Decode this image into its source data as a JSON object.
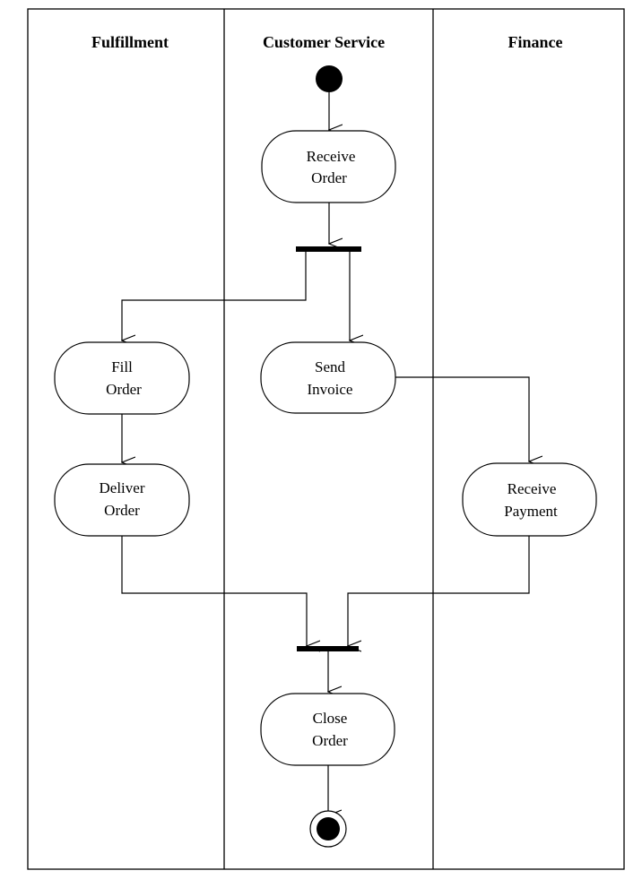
{
  "lanes": [
    {
      "title": "Fulfillment"
    },
    {
      "title": "Customer Service"
    },
    {
      "title": "Finance"
    }
  ],
  "activities": {
    "receive_order": [
      "Receive",
      "Order"
    ],
    "fill_order": [
      "Fill",
      "Order"
    ],
    "send_invoice": [
      "Send",
      "Invoice"
    ],
    "deliver_order": [
      "Deliver",
      "Order"
    ],
    "receive_payment": [
      "Receive",
      "Payment"
    ],
    "close_order": [
      "Close",
      "Order"
    ]
  }
}
